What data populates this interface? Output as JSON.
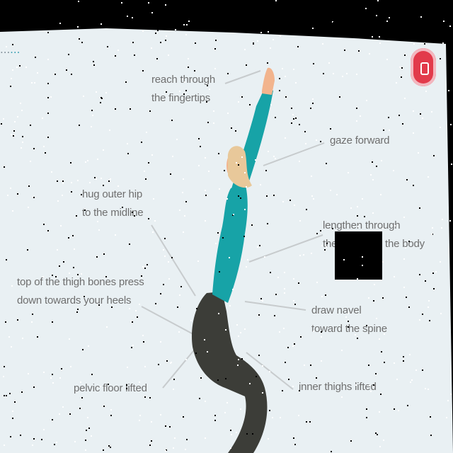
{
  "brand": {
    "text_main": "...",
    "text_accent": "..."
  },
  "cues": [
    {
      "id": "reach",
      "lines": [
        "reach through",
        "the fingertips"
      ]
    },
    {
      "id": "gaze",
      "lines": [
        "gaze forward"
      ]
    },
    {
      "id": "hips",
      "lines": [
        "hug outer hip",
        "to the midline"
      ]
    },
    {
      "id": "lengthen",
      "lines": [
        "lengthen through",
        "the",
        "the body"
      ]
    },
    {
      "id": "thighbones",
      "lines": [
        "top of the thigh bones press",
        "down towards your heels"
      ]
    },
    {
      "id": "navel",
      "lines": [
        "draw navel",
        "toward the spine"
      ]
    },
    {
      "id": "pelvic",
      "lines": [
        "pelvic floor lifted"
      ]
    },
    {
      "id": "thighs",
      "lines": [
        "inner thighs lifted"
      ]
    }
  ],
  "colors": {
    "poster_bg": "#e9f0f3",
    "shirt": "#17a3a7",
    "pants": "#3c3d38",
    "skin": "#f2b48d",
    "hair": "#e8c89a",
    "leader": "#c7cbcd",
    "badge": "#e23a4b"
  },
  "icons": {
    "badge": "bookmark-icon"
  }
}
